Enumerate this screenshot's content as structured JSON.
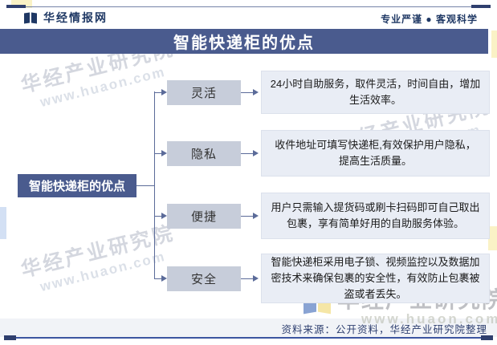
{
  "header": {
    "brand": "华经情报网",
    "slogan": "专业严谨 ● 客观科学"
  },
  "title": "智能快递柜的优点",
  "diagram": {
    "root_label": "智能快递柜的优点",
    "items": [
      {
        "label": "灵活",
        "desc": "24小时自助服务，取件灵活，时间自由，增加生活效率。"
      },
      {
        "label": "隐私",
        "desc": "收件地址可填写快递柜,有效保护用户隐私，提高生活质量。"
      },
      {
        "label": "便捷",
        "desc": "用户只需输入提货码或刷卡扫码即可自己取出包裹，享有简单好用的自助服务体验。"
      },
      {
        "label": "安全",
        "desc": "智能快递柜采用电子锁、视频监控以及数据加密技术来确保包裹的安全性，有效防止包裹被盗或者丢失。"
      }
    ]
  },
  "watermark": {
    "name": "华经产业研究院",
    "url": "www.huaon.com"
  },
  "footer": {
    "source": "资料来源：公开资料，华经产业研究院整理"
  },
  "colors": {
    "accent": "#4A5B8E",
    "label_box": "#C7CDDA",
    "desc_box": "#E9EDF5",
    "connector": "#5B6B99",
    "brand_navy": "#1F3864"
  }
}
